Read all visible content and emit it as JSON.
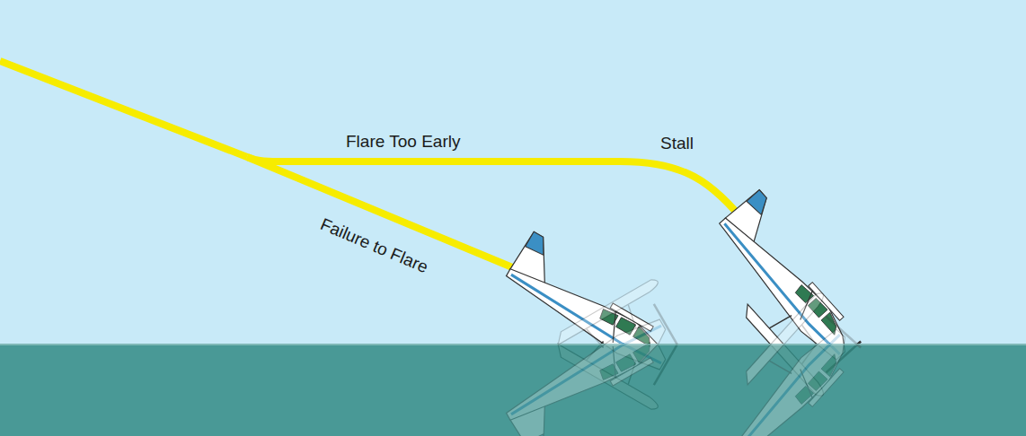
{
  "diagram": {
    "labels": [
      "Flare Too Early",
      "Stall",
      "Failure to Flare"
    ]
  }
}
